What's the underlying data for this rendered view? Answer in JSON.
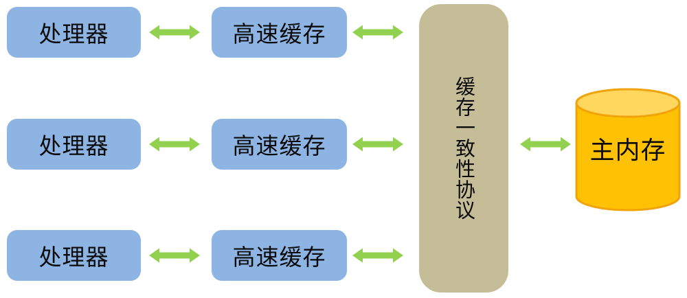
{
  "diagram": {
    "rows": [
      {
        "processor": "处理器",
        "cache": "高速缓存"
      },
      {
        "processor": "处理器",
        "cache": "高速缓存"
      },
      {
        "processor": "处理器",
        "cache": "高速缓存"
      }
    ],
    "protocol": {
      "label": "缓存一致性协议"
    },
    "memory": {
      "label": "主内存"
    },
    "colors": {
      "box_blue": "#8DB4E2",
      "arrow_green": "#92D050",
      "protocol_tan": "#C4BD97",
      "memory_gold": "#FFC104",
      "memory_top": "#FFD75E",
      "memory_outline": "#F0A30A",
      "text": "#0B0B0B"
    }
  }
}
